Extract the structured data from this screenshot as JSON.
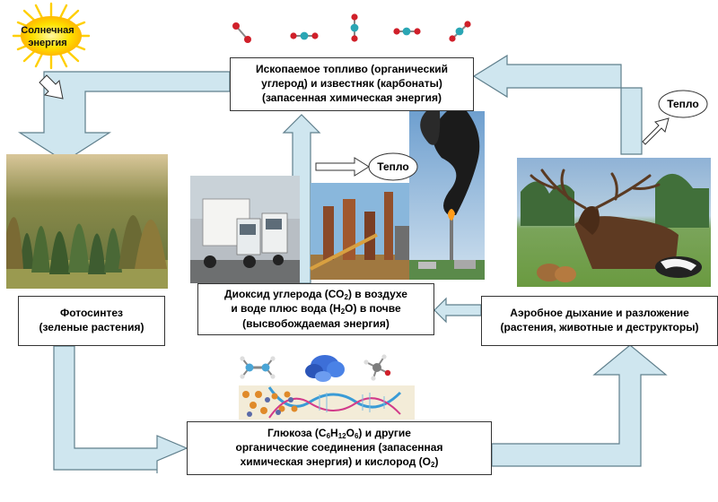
{
  "solar": {
    "line1": "Солнечная",
    "line2": "энергия"
  },
  "fossil_box": {
    "line1": "Ископаемое топливо (органический",
    "line2": "углерод) и известняк (карбонаты)",
    "line3": "(запасенная химическая энергия)"
  },
  "photosynthesis_box": {
    "line1": "Фотосинтез",
    "line2": "(зеленые растения)"
  },
  "co2_box": {
    "l1_pre": "Диоксид углерода (СО",
    "l1_sub": "2",
    "l1_post": ") в  воздухе",
    "l2_pre": "и воде плюс вода (Н",
    "l2_sub": "2",
    "l2_post": "О) в почве",
    "line3": "(высвобождаемая энергия)"
  },
  "respiration_box": {
    "line1": "Аэробное дыхание и разложение",
    "line2": "(растения, животные и деструкторы)"
  },
  "glucose_box": {
    "l1_a": "Глюкоза (С",
    "l1_s1": "6",
    "l1_b": "Н",
    "l1_s2": "12",
    "l1_c": "О",
    "l1_s3": "6",
    "l1_d": ") и другие",
    "line2": "органические соединения (запасенная",
    "l3_pre": "химическая энергия) и кислород (О",
    "l3_sub": "2",
    "l3_post": ")"
  },
  "heat_labels": {
    "factory": "Тепло",
    "animals": "Тепло"
  },
  "colors": {
    "arrow_fill": "#cfe6ef",
    "arrow_stroke": "#5f7f8c",
    "box_border": "#333333",
    "sun": "#ffd400"
  }
}
